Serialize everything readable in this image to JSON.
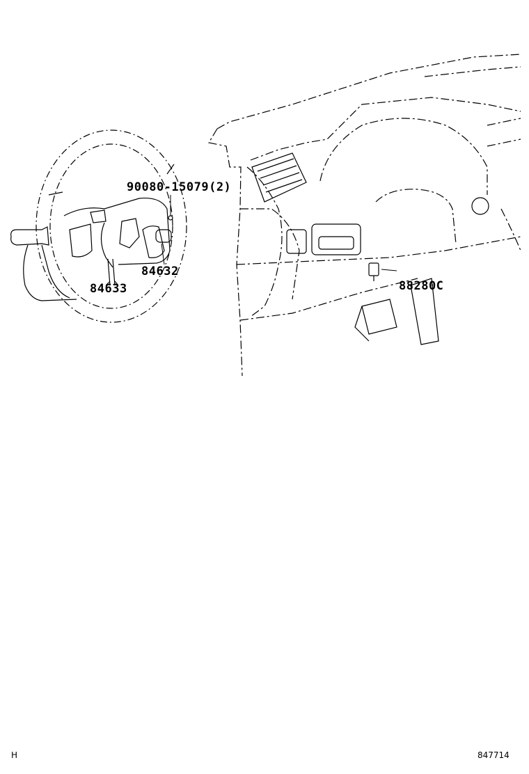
{
  "callouts": {
    "bolt": "90080-15079(2)",
    "switch_84632": "84632",
    "harness_84633": "84633",
    "switch_88280C": "88280C"
  },
  "footer": {
    "left_mark": "H",
    "figure_number": "847714"
  }
}
